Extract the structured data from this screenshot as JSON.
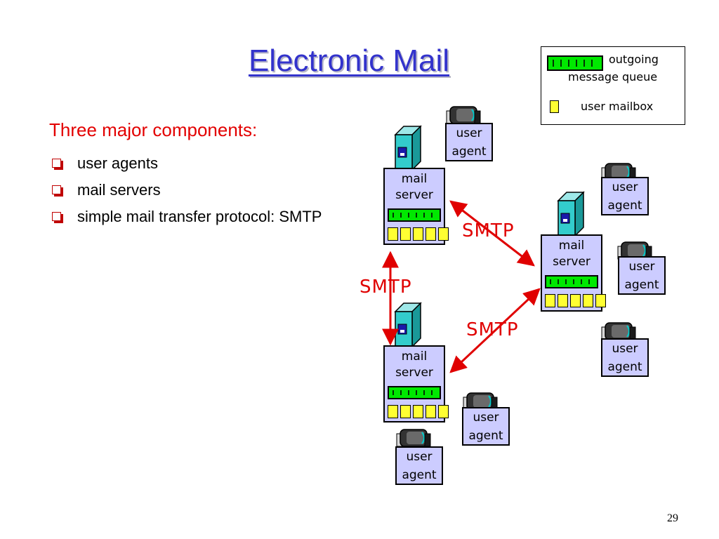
{
  "slide": {
    "title": "Electronic Mail",
    "subheading": "Three major components:",
    "bullets": [
      "user agents",
      "mail servers",
      "simple mail transfer protocol: SMTP"
    ],
    "page_number": "29"
  },
  "legend": {
    "queue_label_line1": "outgoing",
    "queue_label_line2": "message queue",
    "mailbox_label": "user mailbox"
  },
  "diagram": {
    "mail_server_label_line1": "mail",
    "mail_server_label_line2": "server",
    "user_agent_label_line1": "user",
    "user_agent_label_line2": "agent",
    "protocol_label": "SMTP"
  },
  "colors": {
    "title": "#3333cc",
    "subheading": "#e30000",
    "box_fill": "#ccccff",
    "queue_fill": "#00e800",
    "mailbox_fill": "#ffff33",
    "arrow": "#e00000",
    "computer_tower": "#33cccc"
  },
  "icons": [
    "computer-tower-icon",
    "desktop-computer-icon",
    "square-bullet-icon"
  ]
}
